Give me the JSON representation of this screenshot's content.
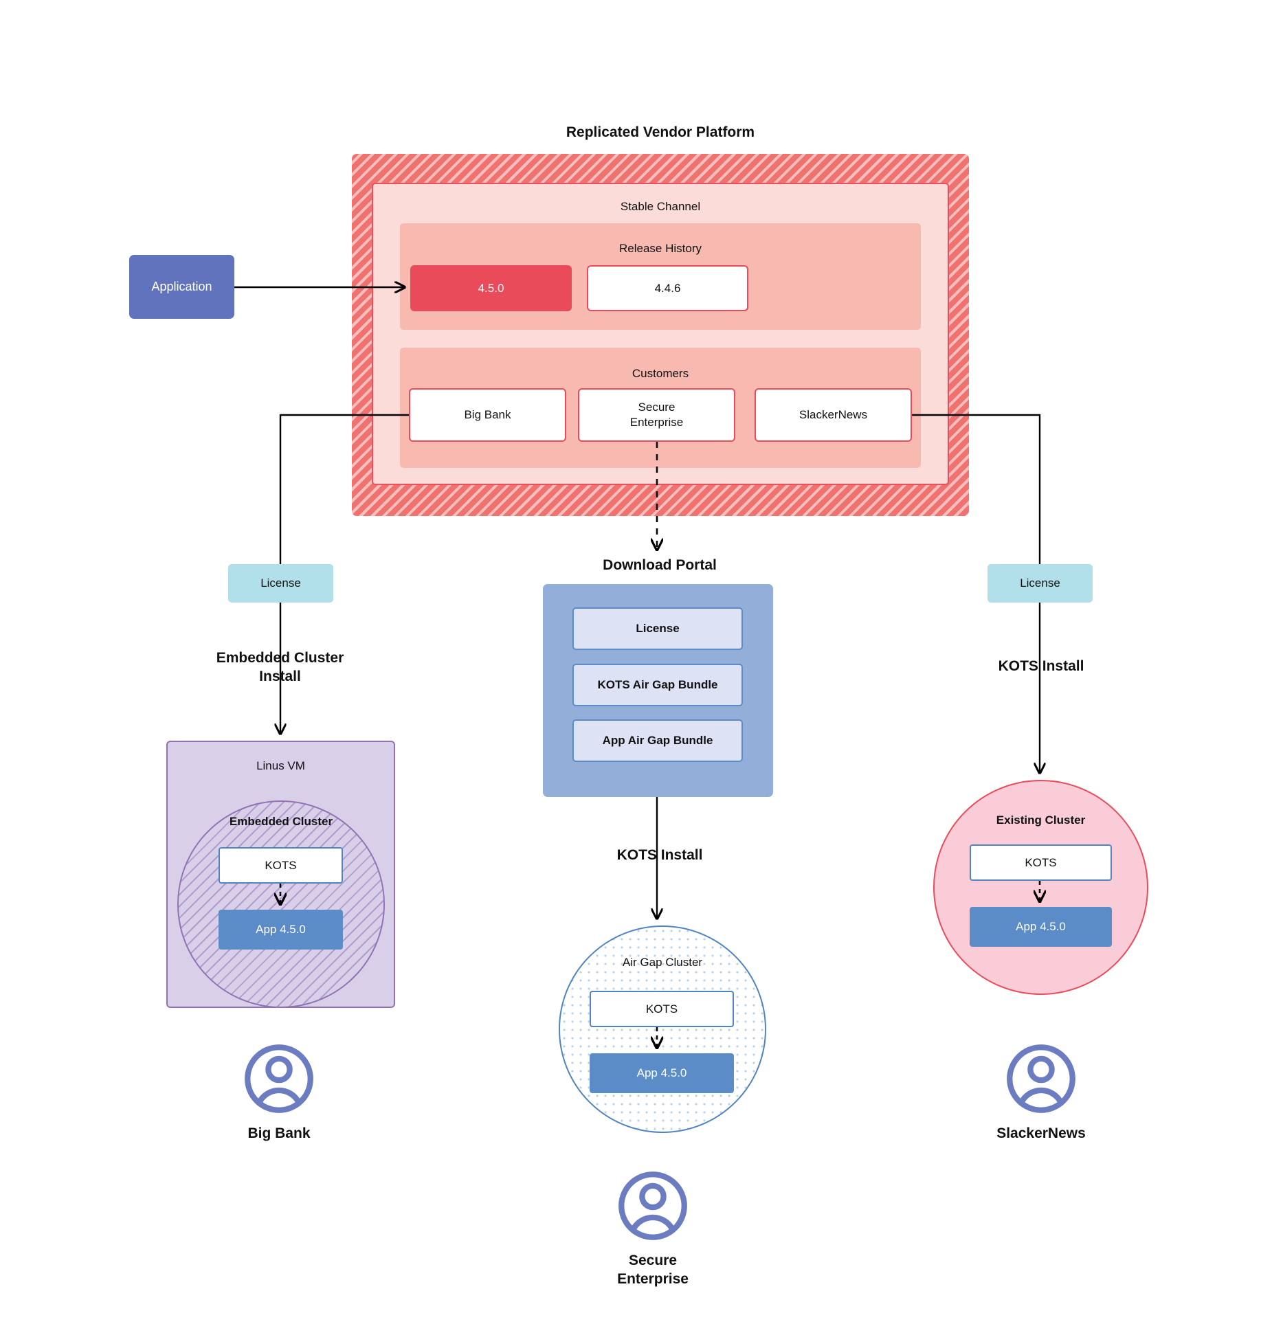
{
  "diagram": {
    "title": "Replicated Vendor Platform"
  },
  "application": {
    "label": "Application"
  },
  "platform": {
    "channel_title": "Stable Channel",
    "release_history": {
      "title": "Release History",
      "releases": [
        {
          "version": "4.5.0",
          "state": "current"
        },
        {
          "version": "4.4.6",
          "state": "previous"
        }
      ]
    },
    "customers_section": {
      "title": "Customers",
      "customers": [
        {
          "name": "Big Bank"
        },
        {
          "name": "Secure\nEnterprise"
        },
        {
          "name": "SlackerNews"
        }
      ]
    }
  },
  "licenses": {
    "left_label": "License",
    "right_label": "License"
  },
  "install_paths": {
    "embedded_cluster_install": "Embedded Cluster\nInstall",
    "kots_install_right": "KOTS Install",
    "kots_install_middle": "KOTS Install"
  },
  "download_portal": {
    "title": "Download  Portal",
    "items": [
      {
        "label": "License"
      },
      {
        "label": "KOTS Air Gap Bundle"
      },
      {
        "label": "App Air Gap Bundle"
      }
    ]
  },
  "targets": {
    "left": {
      "vm_title": "Linus VM",
      "cluster_title": "Embedded Cluster",
      "kots_label": "KOTS",
      "app_label": "App 4.5.0",
      "customer_name": "Big Bank"
    },
    "middle": {
      "cluster_title": "Air Gap Cluster",
      "kots_label": "KOTS",
      "app_label": "App 4.5.0",
      "customer_name": "Secure\nEnterprise"
    },
    "right": {
      "cluster_title": "Existing Cluster",
      "kots_label": "KOTS",
      "app_label": "App 4.5.0",
      "customer_name": "SlackerNews"
    }
  },
  "icons": {
    "avatar": "user-avatar-icon"
  },
  "colors": {
    "platform_red": "#f0726f",
    "release_current": "#ea4b5b",
    "channel_bg": "#fbdcd9",
    "section_bg": "#f8b9b0",
    "application_purple": "#6273bd",
    "license_cyan": "#b2e0ea",
    "portal_blue": "#93aed9",
    "portal_item_blue": "#dde3f4",
    "app_blue": "#5b8cc8",
    "vm_purple": "#d9cfe9",
    "vm_purple_border": "#8f73b4",
    "existing_pink": "#f9ccd8",
    "avatar_purple": "#6b7cc0"
  }
}
